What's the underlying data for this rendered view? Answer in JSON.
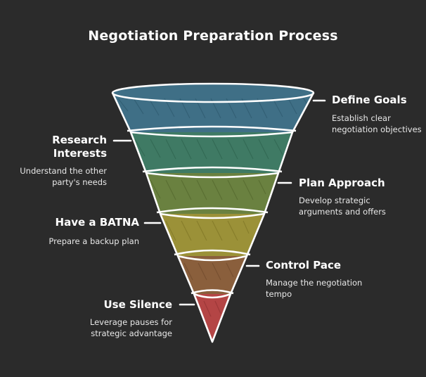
{
  "title": "Negotiation Preparation Process",
  "colors": {
    "background": "#2b2b2b",
    "outline": "#ffffff",
    "stage_fills": [
      "#3f6f86",
      "#3f7a64",
      "#6a8140",
      "#9b9138",
      "#8a5f3c",
      "#b44545"
    ]
  },
  "steps": [
    {
      "title": "Define Goals",
      "description": [
        "Establish clear",
        "negotiation objectives"
      ]
    },
    {
      "title": "Research Interests",
      "title_lines": [
        "Research",
        "Interests"
      ],
      "description": [
        "Understand the other",
        "party's needs"
      ]
    },
    {
      "title": "Plan Approach",
      "description": [
        "Develop strategic",
        "arguments and offers"
      ]
    },
    {
      "title": "Have a BATNA",
      "description": [
        "Prepare a backup plan"
      ]
    },
    {
      "title": "Control Pace",
      "description": [
        "Manage the negotiation",
        "tempo"
      ]
    },
    {
      "title": "Use Silence",
      "description": [
        "Leverage pauses for",
        "strategic advantage"
      ]
    }
  ]
}
